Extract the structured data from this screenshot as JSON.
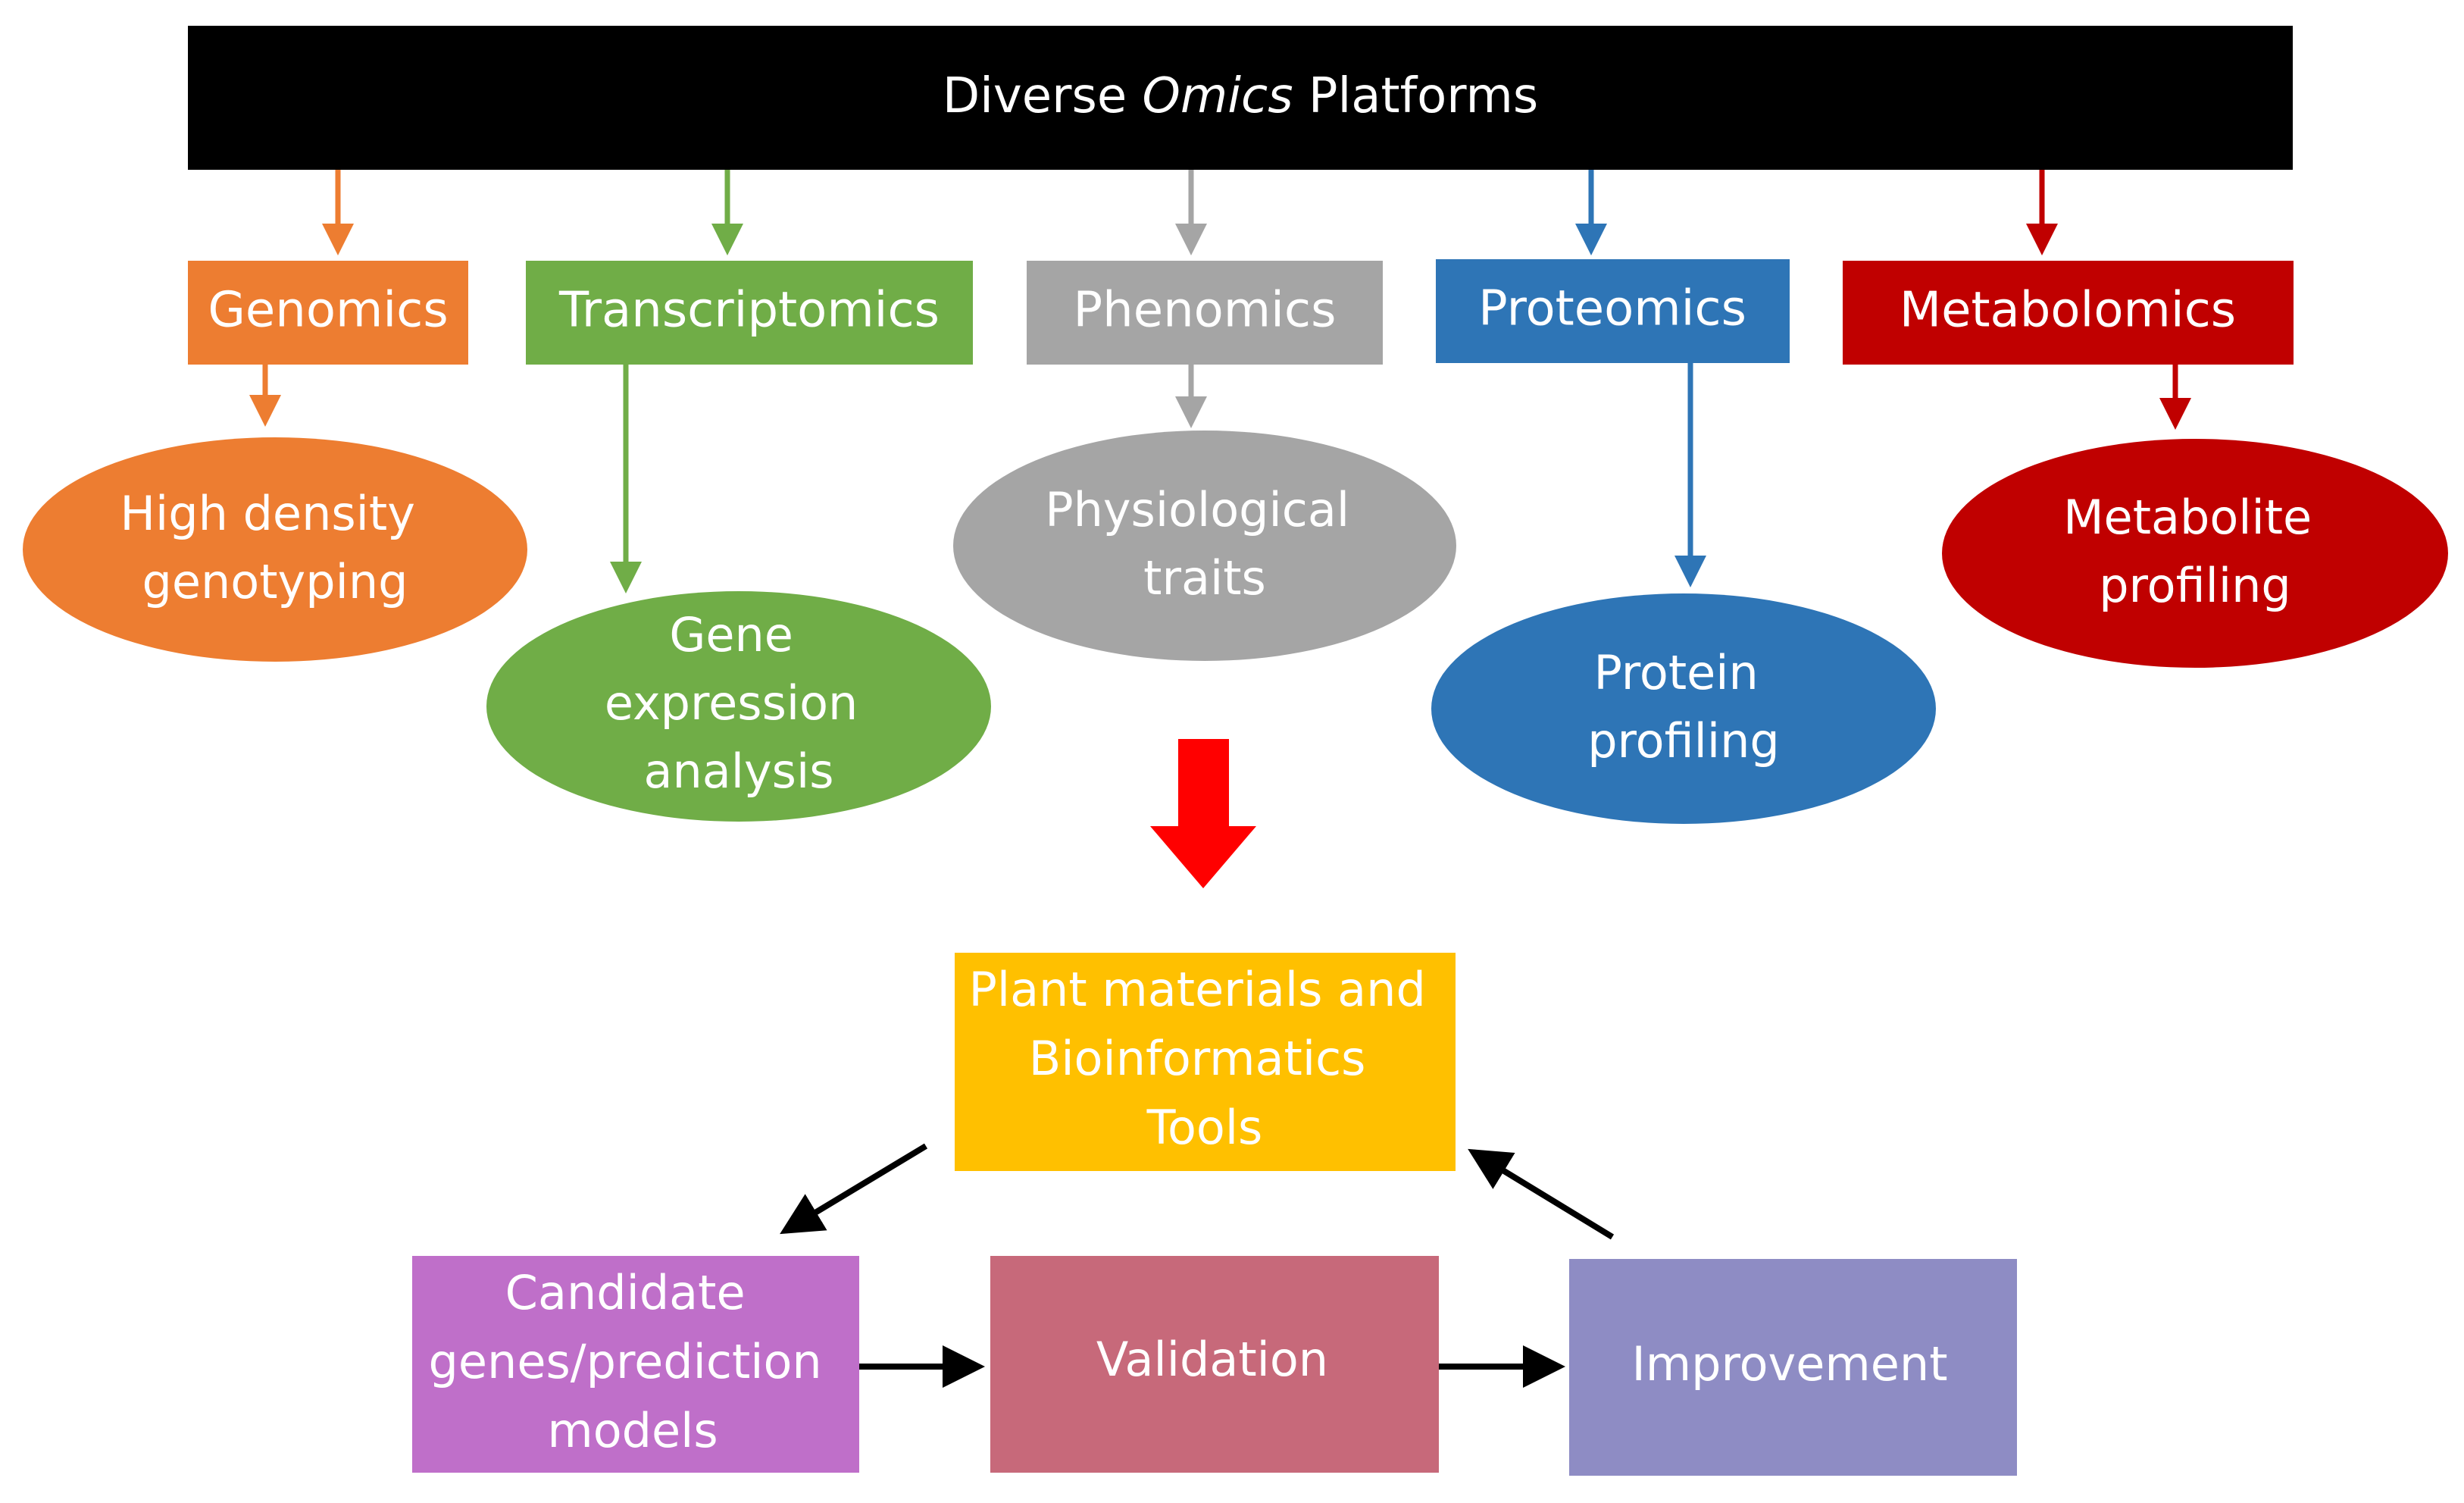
{
  "header": {
    "prefix": "Diverse ",
    "italic": "Omics",
    "suffix": " Platforms"
  },
  "platforms": [
    {
      "name": "Genomics",
      "color": "#ED7D31",
      "outcome_lines": [
        "High density",
        "genotyping"
      ]
    },
    {
      "name": "Transcriptomics",
      "color": "#70AD47",
      "outcome_lines": [
        "Gene",
        "expression",
        "analysis"
      ]
    },
    {
      "name": "Phenomics",
      "color": "#A5A5A5",
      "outcome_lines": [
        "Physiological",
        "traits"
      ]
    },
    {
      "name": "Proteomics",
      "color": "#2E75B6",
      "outcome_lines": [
        "Protein",
        "profiling"
      ]
    },
    {
      "name": "Metabolomics",
      "color": "#C00000",
      "outcome_lines": [
        "Metabolite",
        "profiling"
      ]
    }
  ],
  "hub": {
    "lines": [
      "Plant materials and",
      "Bioinformatics",
      "Tools"
    ],
    "color": "#FFC000"
  },
  "cycle": [
    {
      "lines": [
        "Candidate",
        "genes/prediction",
        "models"
      ],
      "color": "#BF6FC9"
    },
    {
      "lines": [
        "Validation"
      ],
      "color": "#C7697A"
    },
    {
      "lines": [
        "Improvement"
      ],
      "color": "#8E8CC4"
    }
  ],
  "colors": {
    "header_bg": "#000000",
    "main_arrow": "#FF0000",
    "cycle_arrow": "#000000"
  }
}
